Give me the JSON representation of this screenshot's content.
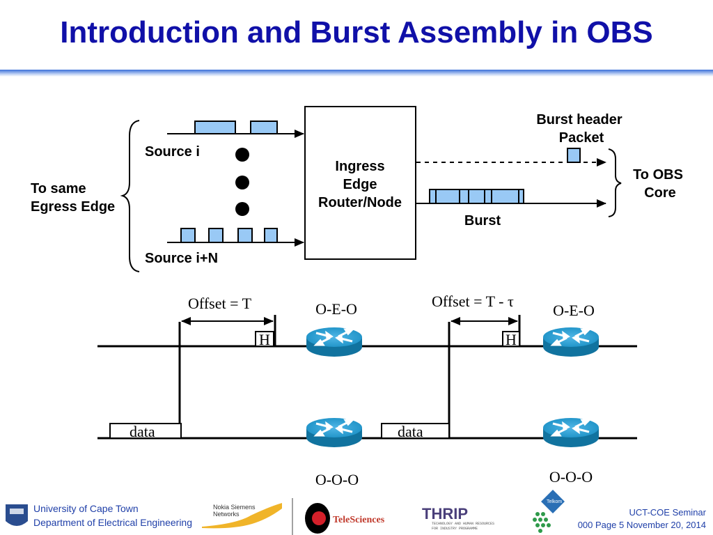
{
  "title": "Introduction and Burst Assembly in OBS",
  "diagram": {
    "left_group_label": [
      "To same",
      "Egress Edge"
    ],
    "source_top": "Source i",
    "source_bottom": "Source i+N",
    "node_label": [
      "Ingress",
      "Edge",
      "Router/Node"
    ],
    "header_label": [
      "Burst header",
      "Packet"
    ],
    "burst_label": "Burst",
    "right_group_label": [
      "To OBS",
      "Core"
    ],
    "offset_left": "Offset = T",
    "offset_right": "Offset = T - τ",
    "header_box": "H",
    "data_box": "data",
    "oeo_label": "O-E-O",
    "ooo_label": "O-O-O",
    "packet_color": "#99c9f5",
    "router_color": "#1a8fc4"
  },
  "footer": {
    "university": "University of Cape Town",
    "department": "Department of Electrical Engineering",
    "logos": {
      "nokia": [
        "Nokia Siemens",
        "Networks"
      ],
      "telesciences": "TeleSciences",
      "thrip": "THRIP",
      "thrip_sub": [
        "TECHNOLOGY AND HUMAN RESOURCES",
        "FOR INDUSTRY PROGRAMME"
      ],
      "telkom": "Telkom"
    },
    "seminar": "UCT-COE Seminar",
    "page_info": "000 Page 5 November 20, 2014"
  }
}
